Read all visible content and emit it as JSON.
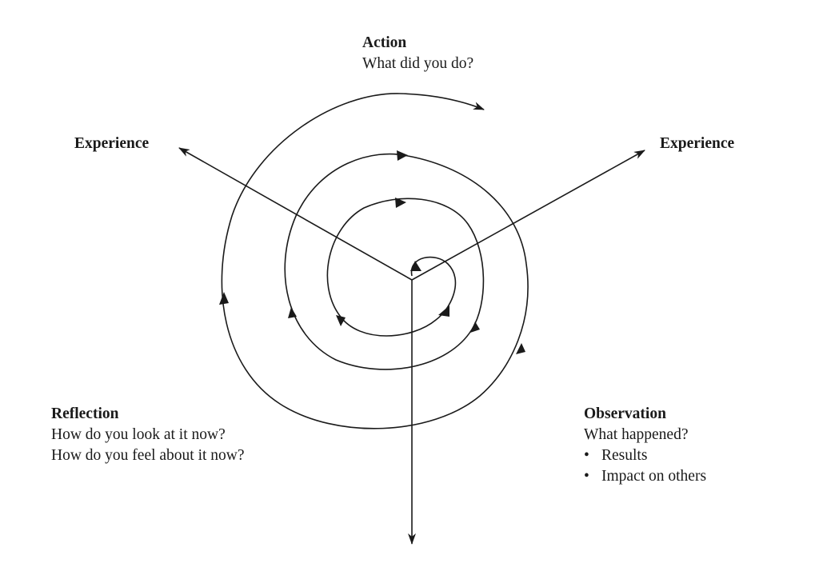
{
  "action": {
    "title": "Action",
    "question": "What did you do?"
  },
  "experience_left": "Experience",
  "experience_right": "Experience",
  "reflection": {
    "title": "Reflection",
    "lines": [
      "How do you look at it now?",
      "How do you feel about it now?"
    ]
  },
  "observation": {
    "title": "Observation",
    "question": "What happened?",
    "bullet": "•",
    "bullets": [
      "Results",
      "Impact on others"
    ]
  },
  "colors": {
    "ink": "#1a1a1a",
    "background": "#ffffff"
  }
}
